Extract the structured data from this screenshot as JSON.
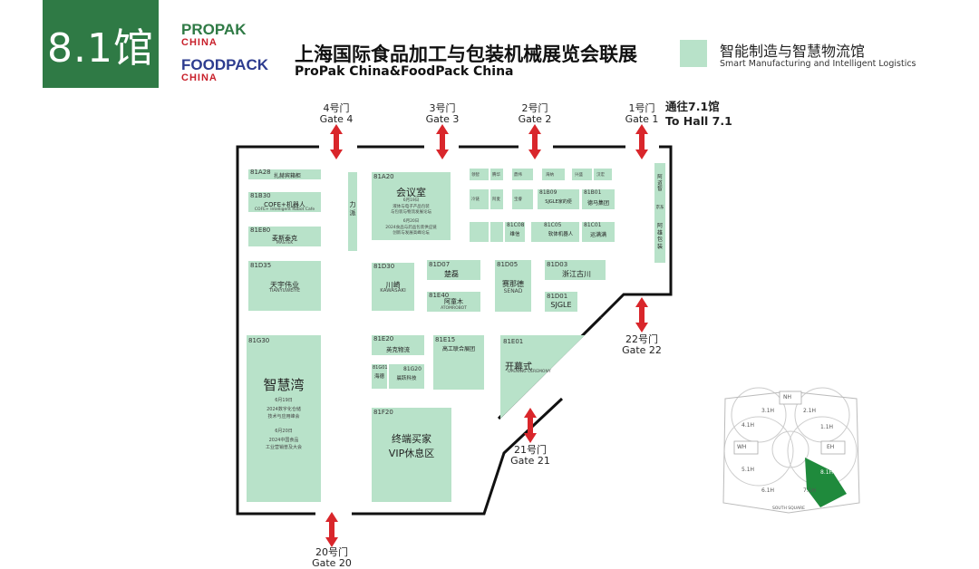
{
  "header": {
    "hall": "8.1馆",
    "logo_propak": "PROPAK",
    "logo_propak_china": "CHINA",
    "logo_foodpack": "FOODPACK",
    "logo_foodpack_china": "CHINA",
    "title_cn": "上海国际食品加工与包装机械展览会联展",
    "title_en": "ProPak China&FoodPack China",
    "legend_cn": "智能制造与智慧物流馆",
    "legend_en": "Smart Manufacturing and Intelligent Logistics"
  },
  "colors": {
    "brand_green": "#2f7a45",
    "booth_green": "#b8e2c9",
    "arrow_red": "#d9262b",
    "minimap_green": "#1f8a3c"
  },
  "gates": {
    "g4": {
      "cn": "4号门",
      "en": "Gate 4"
    },
    "g3": {
      "cn": "3号门",
      "en": "Gate 3"
    },
    "g2": {
      "cn": "2号门",
      "en": "Gate 2"
    },
    "g1": {
      "cn": "1号门",
      "en": "Gate 1"
    },
    "g22": {
      "cn": "22号门",
      "en": "Gate 22"
    },
    "g21": {
      "cn": "21号门",
      "en": "Gate 21"
    },
    "g20": {
      "cn": "20号门",
      "en": "Gate 20"
    }
  },
  "to_hall": {
    "cn": "通往7.1馆",
    "en": "To Hall 7.1"
  },
  "booths": {
    "b81a28": {
      "id": "81A28",
      "name": "扎赫宾箱柜"
    },
    "b81b30": {
      "id": "81B30",
      "name": "COFE+机器人",
      "sub": "COFE+ Intelligent Robot Cafe"
    },
    "b81e80": {
      "id": "81E80",
      "name": "麦斯泰克",
      "sub": "MASTEK"
    },
    "b81d35": {
      "id": "81D35",
      "name": "天宇伟业",
      "sub": "TIANYUWEIYE"
    },
    "b81g30": {
      "id": "81G30",
      "name": "智慧湾",
      "d1": "6月19日",
      "d1a": "2024数字化仓储",
      "d1b": "技术与应用峰会",
      "d2": "6月20日",
      "d2a": "2024中国食品",
      "d2b": "工业营销普及大会"
    },
    "col": {
      "name": "力\n派"
    },
    "b81a20": {
      "id": "81A20",
      "name": "会议室",
      "d1": "6月19日",
      "d1a": "液体与电子产品包装",
      "d1b": "与包装与物流发展论坛",
      "d2": "6月20日",
      "d2a": "2024食品与药品包装供应链",
      "d2b": "创新与发展高峰论坛"
    },
    "b81d30": {
      "id": "81D30",
      "name": "川崎",
      "sub": "KAWASAKI"
    },
    "b81d07": {
      "id": "81D07",
      "name": "楚磊"
    },
    "b81e40": {
      "id": "81E40",
      "name": "阿童木",
      "sub": "ATOMROBOT"
    },
    "b81d05": {
      "id": "81D05",
      "name": "赛那德",
      "sub": "SENAD"
    },
    "b81d03": {
      "id": "81D03",
      "name": "浙江古川"
    },
    "b81d01": {
      "id": "81D01",
      "name": "SJGLE"
    },
    "b81b09": {
      "id": "81B09",
      "name": "SJGLE家的便"
    },
    "b81b01": {
      "id": "81B01",
      "name": "德马集团"
    },
    "b81c08": {
      "id": "81C08",
      "name": "维信"
    },
    "b81c05": {
      "id": "81C05",
      "name": "软体机器人"
    },
    "b81c01": {
      "id": "81C01",
      "name": "运满满"
    },
    "b81e20": {
      "id": "81E20",
      "name": "英克物流"
    },
    "b81e15": {
      "id": "81E15",
      "name": "高工联合展团"
    },
    "b81g20": {
      "id": "81G20",
      "name": "晨跃科技"
    },
    "b81g01": {
      "id": "81G01",
      "name": "海德"
    },
    "b81e01": {
      "id": "81E01",
      "name": "开幕式",
      "sub": "OPENING CEREMONY"
    },
    "b81f20": {
      "id": "81F20",
      "name": "终端买家",
      "name2": "VIP休息区"
    },
    "right_strip": {
      "top": "阿\n道\n智",
      "mid": "京东",
      "bottom": "阿\n雄\n包\n装"
    },
    "small_top": [
      "领智",
      "腾华",
      "鼎纬",
      "海纳",
      "兴盛",
      "汉宏",
      "冷链",
      "阿麦",
      "宝睿"
    ]
  },
  "minimap": {
    "nh": "NH",
    "wh": "WH",
    "eh": "EH",
    "h31": "3.1H",
    "h21": "2.1H",
    "h41": "4.1H",
    "h11": "1.1H",
    "h51": "5.1H",
    "h81": "8.1H",
    "h61": "6.1H",
    "h71": "7.1H",
    "south": "SOUTH SQUARE"
  }
}
